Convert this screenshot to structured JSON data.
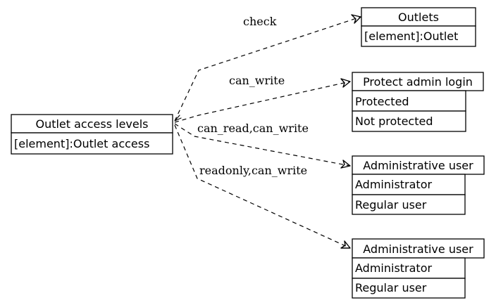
{
  "diagram": {
    "source": {
      "title": "Outlet access levels",
      "row": "[element]:Outlet access"
    },
    "targets": [
      {
        "title": "Outlets",
        "rows": [
          "[element]:Outlet"
        ]
      },
      {
        "title": "Protect admin login",
        "rows": [
          "Protected",
          "Not protected"
        ]
      },
      {
        "title": "Administrative user",
        "rows": [
          "Administrator",
          "Regular user"
        ]
      },
      {
        "title": "Administrative user",
        "rows": [
          "Administrator",
          "Regular user"
        ]
      }
    ],
    "edges": [
      {
        "label": "check"
      },
      {
        "label": "can_write"
      },
      {
        "label": "can_read,can_write"
      },
      {
        "label": "readonly,can_write"
      }
    ]
  }
}
